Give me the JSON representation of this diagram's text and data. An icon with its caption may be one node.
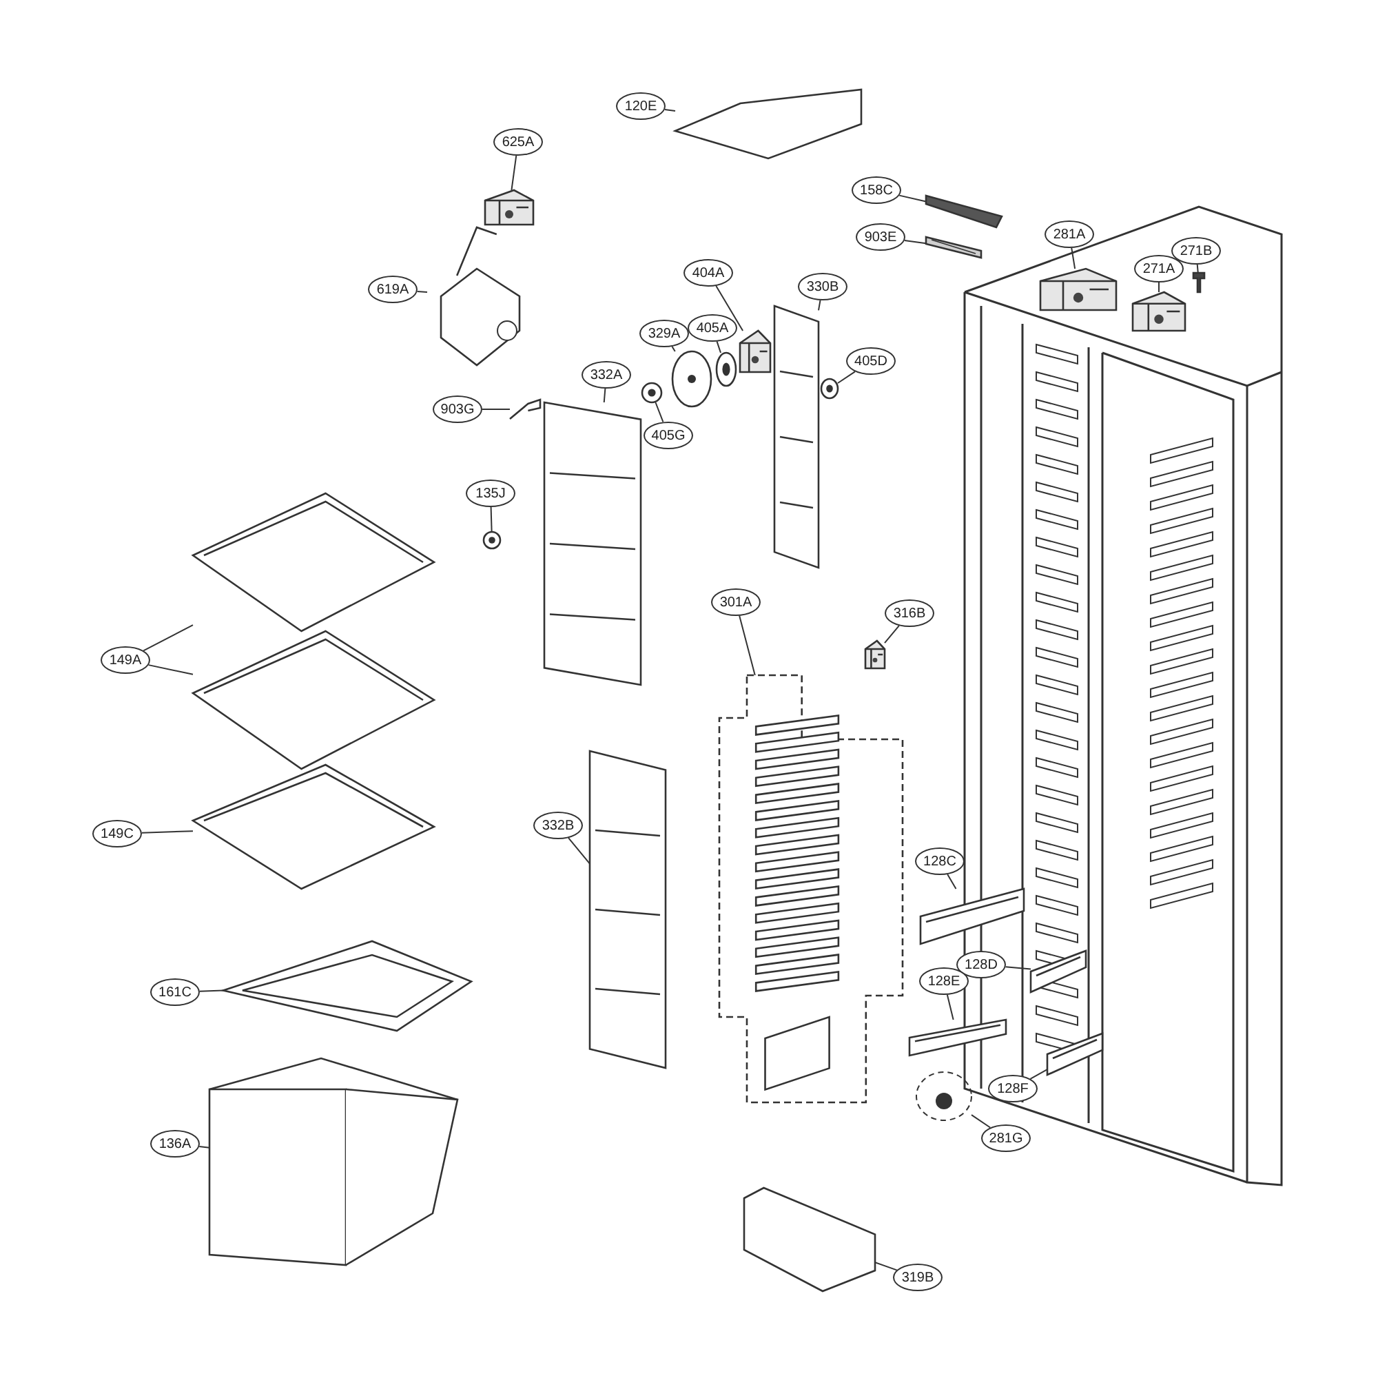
{
  "diagram": {
    "nodes": [
      {
        "text": [
          "120E"
        ]
      },
      {
        "text": [
          "625A"
        ]
      },
      {
        "text": [
          "619A"
        ]
      },
      {
        "text": [
          "158C"
        ]
      },
      {
        "text": [
          "903E"
        ]
      },
      {
        "text": [
          "281A"
        ]
      },
      {
        "text": [
          "271A"
        ]
      },
      {
        "text": [
          "271B"
        ]
      },
      {
        "text": [
          "404A"
        ]
      },
      {
        "text": [
          "330B"
        ]
      },
      {
        "text": [
          "329A"
        ]
      },
      {
        "text": [
          "405A"
        ]
      },
      {
        "text": [
          "405D"
        ]
      },
      {
        "text": [
          "332A"
        ]
      },
      {
        "text": [
          "903G"
        ]
      },
      {
        "text": [
          "405G"
        ]
      },
      {
        "text": [
          "135J"
        ]
      },
      {
        "text": [
          "149A"
        ]
      },
      {
        "text": [
          "301A"
        ]
      },
      {
        "text": [
          "316B"
        ]
      },
      {
        "text": [
          "149C"
        ]
      },
      {
        "text": [
          "332B"
        ]
      },
      {
        "text": [
          "128C"
        ]
      },
      {
        "text": [
          "128D"
        ]
      },
      {
        "text": [
          "128E"
        ]
      },
      {
        "text": [
          "128F"
        ]
      },
      {
        "text": [
          "161C"
        ]
      },
      {
        "text": [
          "281G"
        ]
      },
      {
        "text": [
          "136A"
        ]
      },
      {
        "text": [
          "319B"
        ]
      },
      {
        "text": [],
        "shape": "picture"
      },
      {
        "text": [],
        "shape": "picture"
      },
      {
        "text": [],
        "shape": "picture"
      },
      {
        "text": [],
        "shape": "picture"
      },
      {
        "text": [],
        "shape": "picture"
      },
      {
        "text": [],
        "shape": "picture"
      },
      {
        "text": [],
        "shape": "picture"
      },
      {
        "text": [],
        "shape": "picture"
      },
      {
        "text": [],
        "shape": "picture"
      },
      {
        "text": [],
        "shape": "picture"
      },
      {
        "text": [],
        "shape": "picture"
      },
      {
        "text": [],
        "shape": "picture"
      },
      {
        "text": [],
        "shape": "picture"
      },
      {
        "text": [],
        "shape": "picture"
      },
      {
        "text": [],
        "shape": "picture"
      },
      {
        "text": [],
        "shape": "picture"
      },
      {
        "text": [],
        "shape": "picture"
      },
      {
        "text": [],
        "shape": "picture"
      },
      {
        "text": [],
        "shape": "picture"
      },
      {
        "text": [],
        "shape": "picture"
      },
      {
        "text": [],
        "shape": "picture"
      },
      {
        "text": [],
        "shape": "picture"
      },
      {
        "text": [],
        "shape": "picture"
      },
      {
        "text": [],
        "shape": "picture"
      },
      {
        "text": [],
        "shape": "picture"
      },
      {
        "text": [],
        "shape": "picture"
      },
      {
        "text": [],
        "shape": "picture"
      },
      {
        "text": [],
        "shape": "picture"
      },
      {
        "text": [],
        "shape": "picture"
      },
      {
        "text": [],
        "shape": "picture"
      },
      {
        "text": [],
        "shape": "picture"
      }
    ],
    "edges": [
      {
        "from": 0,
        "to": 30,
        "arrow": "none"
      },
      {
        "from": 1,
        "to": 31,
        "arrow": "none"
      },
      {
        "from": 2,
        "to": 32,
        "arrow": "none"
      },
      {
        "from": 3,
        "to": 33,
        "arrow": "none"
      },
      {
        "from": 4,
        "to": 34,
        "arrow": "none"
      },
      {
        "from": 5,
        "to": 35,
        "arrow": "none"
      },
      {
        "from": 6,
        "to": 36,
        "arrow": "none"
      },
      {
        "from": 7,
        "to": 37,
        "arrow": "none"
      },
      {
        "from": 8,
        "to": 38,
        "arrow": "none"
      },
      {
        "from": 9,
        "to": 39,
        "arrow": "none"
      },
      {
        "from": 10,
        "to": 40,
        "arrow": "none"
      },
      {
        "from": 11,
        "to": 41,
        "arrow": "none"
      },
      {
        "from": 12,
        "to": 42,
        "arrow": "none"
      },
      {
        "from": 13,
        "to": 43,
        "arrow": "none"
      },
      {
        "from": 14,
        "to": 44,
        "arrow": "none"
      },
      {
        "from": 15,
        "to": 45,
        "arrow": "none"
      },
      {
        "from": 16,
        "to": 46,
        "arrow": "none"
      },
      {
        "from": 17,
        "to": 47,
        "arrow": "none"
      },
      {
        "from": 17,
        "to": 48,
        "arrow": "none"
      },
      {
        "from": 18,
        "to": 49,
        "arrow": "none"
      },
      {
        "from": 19,
        "to": 50,
        "arrow": "none"
      },
      {
        "from": 20,
        "to": 51,
        "arrow": "none"
      },
      {
        "from": 21,
        "to": 52,
        "arrow": "none"
      },
      {
        "from": 22,
        "to": 53,
        "arrow": "none"
      },
      {
        "from": 23,
        "to": 54,
        "arrow": "none"
      },
      {
        "from": 24,
        "to": 55,
        "arrow": "none"
      },
      {
        "from": 25,
        "to": 56,
        "arrow": "none"
      },
      {
        "from": 26,
        "to": 57,
        "arrow": "none"
      },
      {
        "from": 27,
        "to": 58,
        "arrow": "none"
      },
      {
        "from": 28,
        "to": 59,
        "arrow": "none"
      },
      {
        "from": 29,
        "to": 60,
        "arrow": "none"
      }
    ]
  }
}
